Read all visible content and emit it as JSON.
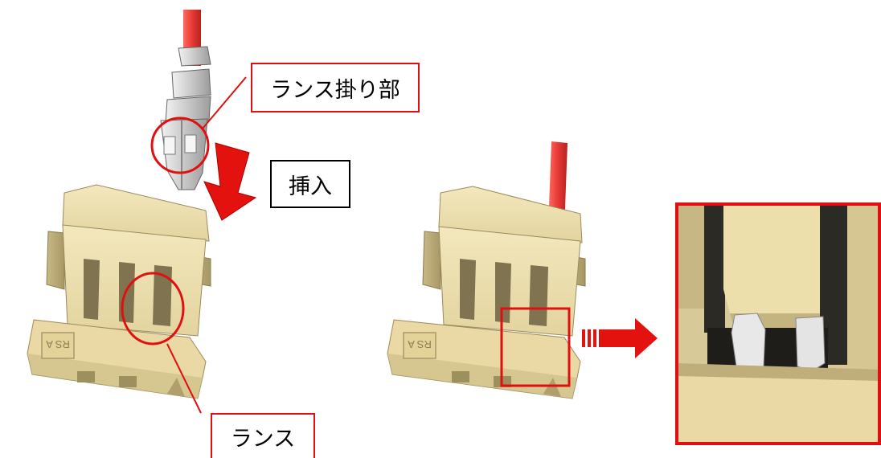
{
  "labels": {
    "lance_hook": "ランス掛り部",
    "insert": "挿入",
    "lance": "ランス"
  },
  "marking": "RS A",
  "colors": {
    "housing": "#efe2b2",
    "housing_shadow": "#b9aa75",
    "housing_dark": "#8c7f52",
    "wire": "#e63a36",
    "callout_red": "#e01010",
    "terminal": "#d7d7d7"
  }
}
